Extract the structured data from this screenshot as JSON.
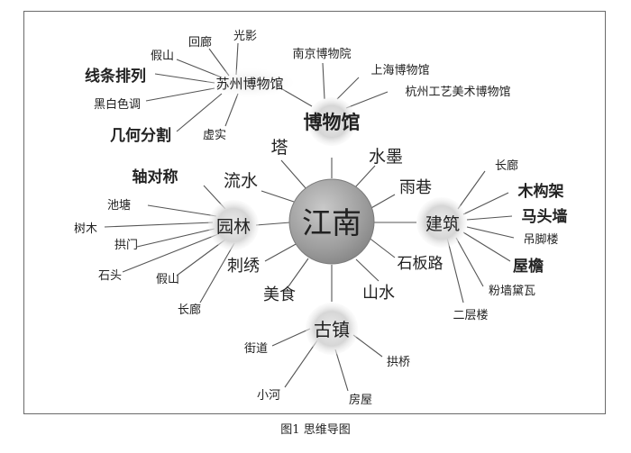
{
  "diagram": {
    "center": "江南",
    "branches": {
      "museum": {
        "label": "博物馆",
        "leaves": [
          "南京博物院",
          "上海博物馆",
          "杭州工艺美术博物馆"
        ],
        "sub": {
          "label": "苏州博物馆",
          "leaves": [
            "光影",
            "回廊",
            "假山",
            "线条排列",
            "黑白色调",
            "几何分割",
            "虚实"
          ]
        }
      },
      "architecture": {
        "label": "建筑",
        "leaves": [
          "长廊",
          "木构架",
          "马头墙",
          "吊脚楼",
          "屋檐",
          "粉墙黛瓦",
          "二层楼"
        ]
      },
      "garden": {
        "label": "园林",
        "leaves": [
          "轴对称",
          "池塘",
          "树木",
          "拱门",
          "石头",
          "假山",
          "长廊"
        ]
      },
      "town": {
        "label": "古镇",
        "leaves": [
          "街道",
          "小河",
          "房屋",
          "拱桥"
        ]
      }
    },
    "direct_words": [
      "塔",
      "水墨",
      "流水",
      "雨巷",
      "刺绣",
      "石板路",
      "美食",
      "山水"
    ]
  },
  "caption": "图1 思维导图"
}
